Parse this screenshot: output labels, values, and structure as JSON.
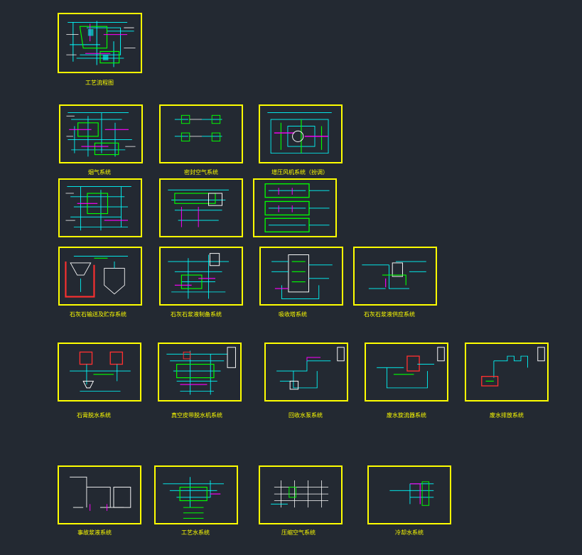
{
  "colors": {
    "background": "#232932",
    "frame": "#ffff00",
    "line_cyan": "#00ffff",
    "line_green": "#00ff00",
    "line_magenta": "#ff00ff",
    "line_white": "#ffffff",
    "line_red": "#ff3030"
  },
  "drawings": [
    {
      "id": "d01",
      "label": "工艺流程图"
    },
    {
      "id": "d02",
      "label": "烟气系统"
    },
    {
      "id": "d03",
      "label": "密封空气系统"
    },
    {
      "id": "d04",
      "label": "增压风机系统（扮调）"
    },
    {
      "id": "d05",
      "label": ""
    },
    {
      "id": "d06",
      "label": ""
    },
    {
      "id": "d07",
      "label": ""
    },
    {
      "id": "d08",
      "label": "石灰石输送及贮存系统"
    },
    {
      "id": "d09",
      "label": "石灰石浆液制备系统"
    },
    {
      "id": "d10",
      "label": "吸收塔系统"
    },
    {
      "id": "d11",
      "label": "石灰石浆液供应系统"
    },
    {
      "id": "d12",
      "label": "石膏脱水系统"
    },
    {
      "id": "d13",
      "label": "真空皮带脱水机系统"
    },
    {
      "id": "d14",
      "label": "回收水泵系统"
    },
    {
      "id": "d15",
      "label": "废水旋流器系统"
    },
    {
      "id": "d16",
      "label": "废水排放系统"
    },
    {
      "id": "d17",
      "label": "事故浆液系统"
    },
    {
      "id": "d18",
      "label": "工艺水系统"
    },
    {
      "id": "d19",
      "label": "压缩空气系统"
    },
    {
      "id": "d20",
      "label": "冷却水系统"
    }
  ]
}
